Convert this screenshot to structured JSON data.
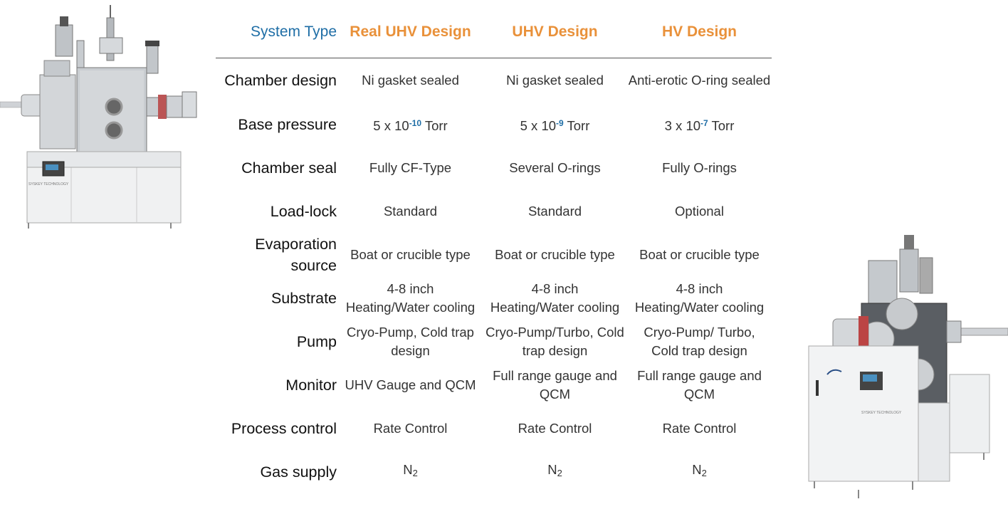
{
  "header": {
    "system_type_label": "System Type",
    "columns": [
      "Real UHV Design",
      "UHV Design",
      "HV Design"
    ]
  },
  "rows": [
    {
      "label": "Chamber design",
      "values": [
        "Ni gasket sealed",
        "Ni gasket sealed",
        "Anti-erotic O-ring sealed"
      ]
    },
    {
      "label": "Base pressure",
      "values": [
        {
          "mantissa": "5 x 10",
          "exponent": "-10",
          "unit": " Torr"
        },
        {
          "mantissa": "5 x 10",
          "exponent": "-9",
          "unit": " Torr"
        },
        {
          "mantissa": "3 x 10",
          "exponent": "-7",
          "unit": " Torr"
        }
      ]
    },
    {
      "label": "Chamber seal",
      "values": [
        "Fully CF-Type",
        "Several O-rings",
        "Fully O-rings"
      ]
    },
    {
      "label": "Load-lock",
      "values": [
        "Standard",
        "Standard",
        "Optional"
      ]
    },
    {
      "label_lines": [
        "Evaporation",
        "source"
      ],
      "values": [
        "Boat or crucible type",
        "Boat or crucible type",
        "Boat or crucible type"
      ]
    },
    {
      "label": "Substrate",
      "values": [
        [
          "4-8 inch",
          "Heating/Water cooling"
        ],
        [
          "4-8 inch",
          "Heating/Water cooling"
        ],
        [
          "4-8 inch",
          "Heating/Water cooling"
        ]
      ]
    },
    {
      "label": "Pump",
      "values": [
        [
          "Cryo-Pump, Cold trap",
          "design"
        ],
        [
          "Cryo-Pump/Turbo, Cold",
          "trap design"
        ],
        [
          "Cryo-Pump/ Turbo,",
          "Cold trap design"
        ]
      ]
    },
    {
      "label": "Monitor",
      "values": [
        [
          "UHV Gauge and QCM"
        ],
        [
          "Full range gauge and",
          "QCM"
        ],
        [
          "Full range gauge and",
          "QCM"
        ]
      ]
    },
    {
      "label": "Process control",
      "values": [
        "Rate Control",
        "Rate Control",
        "Rate Control"
      ]
    },
    {
      "label": "Gas supply",
      "values": [
        {
          "base": "N",
          "subscript": "2"
        },
        {
          "base": "N",
          "subscript": "2"
        },
        {
          "base": "N",
          "subscript": "2"
        }
      ]
    }
  ],
  "images": {
    "left_machine_logo": "SYSKEY TECHNOLOGY",
    "right_machine_logo": "SYSKEY TECHNOLOGY"
  },
  "colors": {
    "header_label": "#1f6ea6",
    "header_columns": "#e9913a",
    "exponent": "#1f6ea6"
  }
}
